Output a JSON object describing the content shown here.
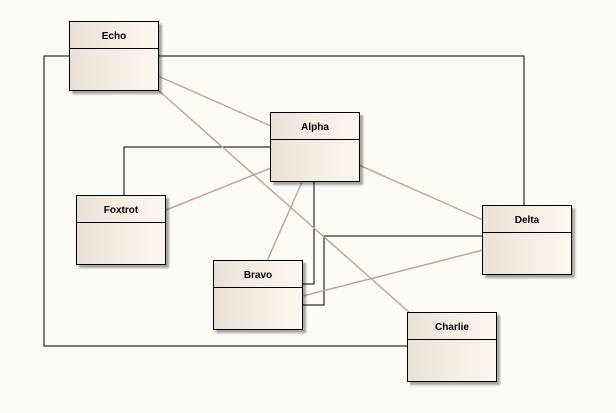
{
  "diagram": {
    "classes": [
      {
        "id": "echo",
        "name": "Echo"
      },
      {
        "id": "alpha",
        "name": "Alpha"
      },
      {
        "id": "foxtrot",
        "name": "Foxtrot"
      },
      {
        "id": "delta",
        "name": "Delta"
      },
      {
        "id": "bravo",
        "name": "Bravo"
      },
      {
        "id": "charlie",
        "name": "Charlie"
      }
    ],
    "colors": {
      "association_line": "#000000",
      "dependency_line": "#c4a59e",
      "box_border": "#000000",
      "box_fill": "#f4ede4"
    }
  }
}
